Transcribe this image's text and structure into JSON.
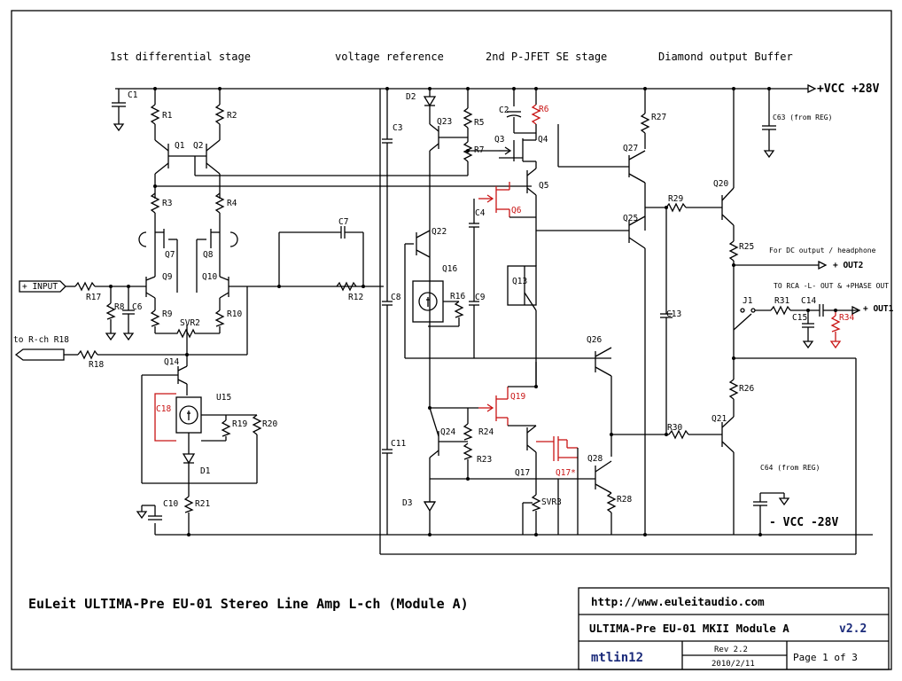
{
  "headings": {
    "diff_stage": "1st differential stage",
    "vref": "voltage reference",
    "pjfet": "2nd P-JFET SE stage",
    "diamond": "Diamond output Buffer"
  },
  "rails": {
    "vcc_pos": "+VCC  +28V",
    "vcc_neg": "- VCC  -28V",
    "c63_note": "C63 (from REG)",
    "c64_note": "C64 (from REG)"
  },
  "io": {
    "input": "+ INPUT",
    "to_rch": "to R-ch R18",
    "dc_note": "For DC output / headphone",
    "out2": "+ OUT2",
    "rca_note": "TO RCA -L- OUT & +PHASE OUT",
    "out1": "+ OUT1"
  },
  "labels": {
    "C1": "C1",
    "R1": "R1",
    "R2": "R2",
    "Q1": "Q1",
    "Q2": "Q2",
    "R3": "R3",
    "R4": "R4",
    "Q7": "Q7",
    "Q8": "Q8",
    "Q9": "Q9",
    "Q10": "Q10",
    "R17": "R17",
    "R8": "R8",
    "C6": "C6",
    "R9": "R9",
    "R10": "R10",
    "SVR2": "SVR2",
    "R18": "R18",
    "Q14": "Q14",
    "U15": "U15",
    "C18": "C18",
    "R19": "R19",
    "R20": "R20",
    "D1": "D1",
    "C10": "C10",
    "R21": "R21",
    "C7": "C7",
    "R12": "R12",
    "D2": "D2",
    "C3": "C3",
    "Q23": "Q23",
    "R5": "R5",
    "R7": "R7",
    "C2": "C2",
    "R6": "R6",
    "Q3": "Q3",
    "Q4": "Q4",
    "Q5": "Q5",
    "Q6": "Q6",
    "C4": "C4",
    "Q22": "Q22",
    "Q16": "Q16",
    "R16": "R16",
    "C8": "C8",
    "C9": "C9",
    "Q13": "Q13",
    "Q19": "Q19",
    "C11": "C11",
    "Q24": "Q24",
    "R24": "R24",
    "R23": "R23",
    "Q17": "Q17",
    "Q17x": "Q17*",
    "D3": "D3",
    "SVR3": "SVR3",
    "R27": "R27",
    "Q27": "Q27",
    "Q25": "Q25",
    "R29": "R29",
    "Q20": "Q20",
    "R25": "R25",
    "C13": "C13",
    "Q26": "Q26",
    "Q28": "Q28",
    "R28": "R28",
    "R30": "R30",
    "Q21": "Q21",
    "R26": "R26",
    "J1": "J1",
    "R31": "R31",
    "C14": "C14",
    "C15": "C15",
    "R34": "R34"
  },
  "title_block": {
    "main_title": "EuLeit ULTIMA-Pre EU-01 Stereo Line Amp L-ch (Module A)",
    "url": "http://www.euleitaudio.com",
    "module": "ULTIMA-Pre EU-01 MKII Module A",
    "version": "v2.2",
    "author": "mtlin12",
    "rev": "Rev 2.2",
    "date": "2010/2/11",
    "page": "Page 1 of 3"
  },
  "colors": {
    "modified": "#c81414",
    "ink": "#000000",
    "version_blue": "#1a2a7a"
  }
}
